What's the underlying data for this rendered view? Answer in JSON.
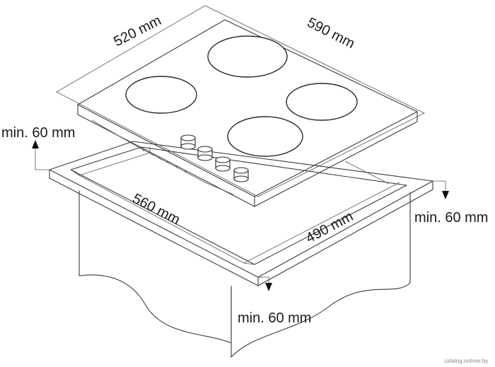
{
  "hob": {
    "width_label": "590 mm",
    "depth_label": "520 mm"
  },
  "cutout": {
    "width_label": "560 mm",
    "depth_label": "490 mm"
  },
  "clearances": {
    "left_label": "min. 60 mm",
    "right_label": "min. 60 mm",
    "front_label": "min. 60 mm"
  },
  "watermark": "catalog.onliner.by",
  "colors": {
    "line": "#3a3a3a",
    "label": "#1a1a1a",
    "background": "#ffffff"
  }
}
